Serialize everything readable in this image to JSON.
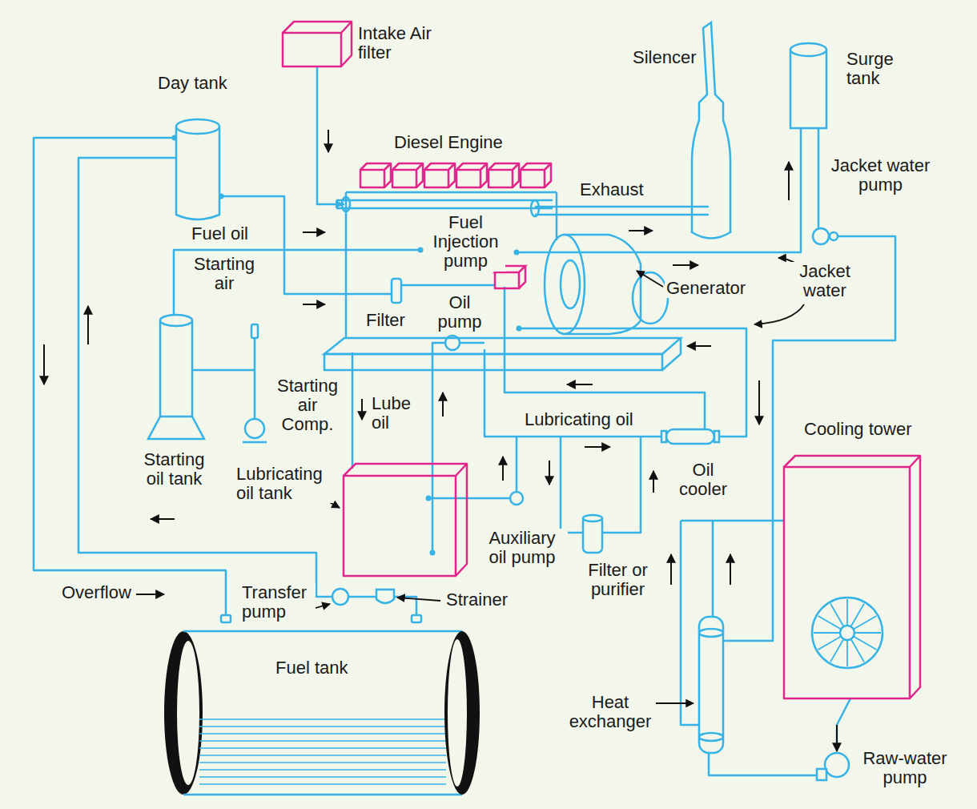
{
  "diagram": {
    "nodes": [
      {
        "text": [
          "Intake Air filter"
        ]
      },
      {
        "text": [
          "Diesel Engine"
        ]
      },
      {
        "text": [
          "Lubricating oil tank"
        ]
      },
      {
        "text": [
          "Fuel tank"
        ]
      },
      {
        "text": [
          "Cooling tower"
        ]
      }
    ],
    "edges": [
      {
        "from": 0,
        "to": 1,
        "arrow": "to"
      }
    ],
    "labels": [
      "Day tank",
      "Fuel oil",
      "Starting air",
      "Starting oil tank",
      "Starting air Comp.",
      "Filter",
      "Fuel Injection pump",
      "Oil pump",
      "Lube oil",
      "Lubricating oil",
      "Auxiliary oil pump",
      "Filter or purifier",
      "Oil cooler",
      "Exhaust",
      "Silencer",
      "Surge tank",
      "Jacket water pump",
      "Jacket water",
      "Generator",
      "Heat exchanger",
      "Raw-water pump",
      "Overflow",
      "Transfer pump",
      "Strainer"
    ]
  }
}
